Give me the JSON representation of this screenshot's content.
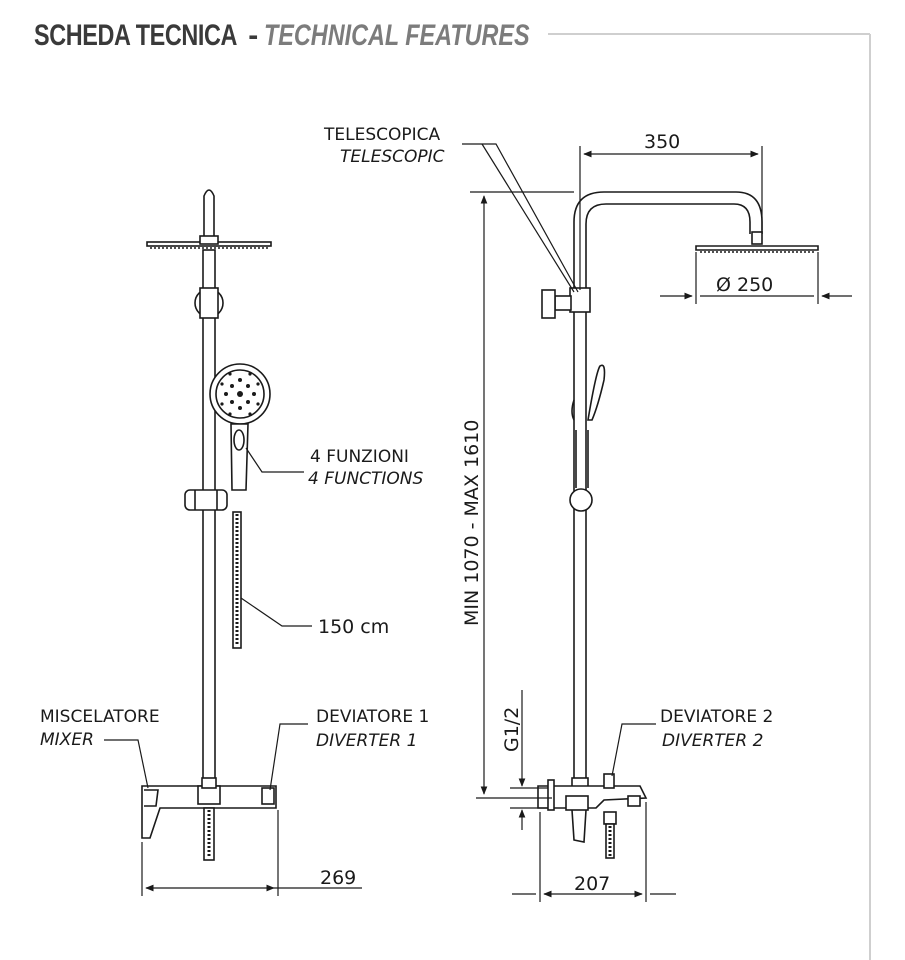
{
  "header": {
    "title_it": "SCHEDA TECNICA",
    "separator": "-",
    "title_en": "TECHNICAL FEATURES"
  },
  "labels": {
    "telescopic_it": "TELESCOPICA",
    "telescopic_en": "TELESCOPIC",
    "functions_it": "4 FUNZIONI",
    "functions_en": "4 FUNCTIONS",
    "hose_length": "150 cm",
    "mixer_it": "MISCELATORE",
    "mixer_en": "MIXER",
    "diverter1_it": "DEVIATORE 1",
    "diverter1_en": "DIVERTER 1",
    "diverter2_it": "DEVIATORE 2",
    "diverter2_en": "DIVERTER 2"
  },
  "dimensions": {
    "arm_length": "350",
    "head_diameter": "Ø 250",
    "height_range": "MIN 1070  -  MAX 1610",
    "thread": "G1/2",
    "front_width": "269",
    "side_depth": "207"
  },
  "colors": {
    "line": "#1a1a1a",
    "title_dark": "#3a3a3a",
    "title_light": "#7c7c7c",
    "border": "#cfcfcf"
  }
}
